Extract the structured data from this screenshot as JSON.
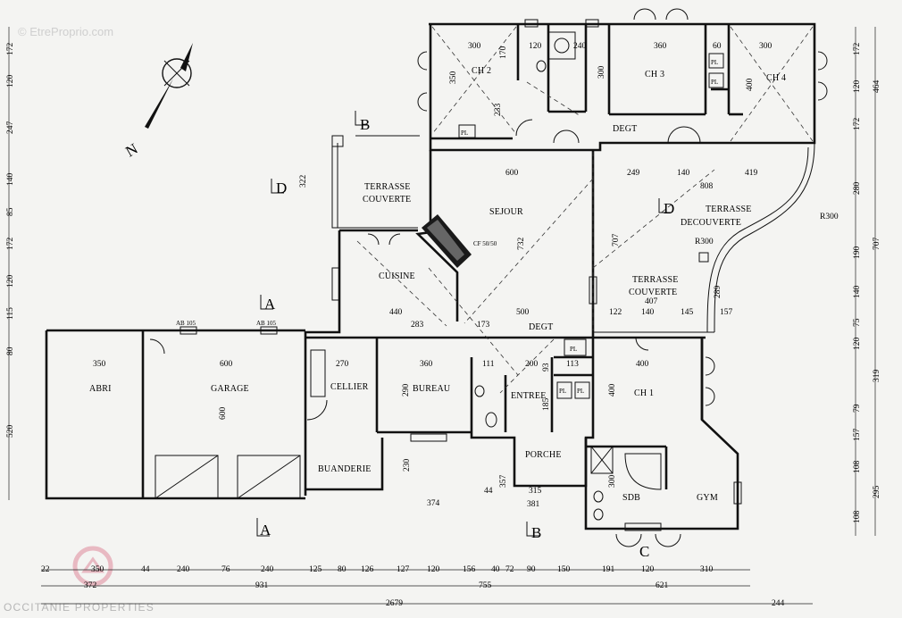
{
  "watermark": "© EtreProprio.com",
  "brand": "OCCITANIE PROPERTIES",
  "north_label": "N",
  "section_markers": {
    "A": "A",
    "B": "B",
    "C": "C",
    "D": "D"
  },
  "rooms": {
    "ch2": "CH 2",
    "ch3": "CH 3",
    "ch4": "CH 4",
    "degt": "DEGT",
    "terrasse_couverte": "TERRASSE",
    "terrasse_couverte_2": "COUVERTE",
    "sejour": "SEJOUR",
    "terrasse_decouverte": "TERRASSE",
    "terrasse_decouverte_2": "DECOUVERTE",
    "cuisine": "CUISINE",
    "abri": "ABRI",
    "garage": "GARAGE",
    "cellier": "CELLIER",
    "bureau": "BUREAU",
    "entree": "ENTREE",
    "ch1": "CH 1",
    "buanderie": "BUANDERIE",
    "porche": "PORCHE",
    "sdb": "SDB",
    "gym": "GYM",
    "pl": "PL"
  },
  "labels": {
    "r300": "R300",
    "cf": "CF 50/50",
    "ab": "AB 105"
  },
  "inner_dims": {
    "d300a": "300",
    "d120": "120",
    "d240": "240",
    "d360": "360",
    "d60a": "60",
    "d300b": "300",
    "d170": "170",
    "d350v": "350",
    "d300v": "300",
    "d400v": "400",
    "d600": "600",
    "d249": "249",
    "d140": "140",
    "d419": "419",
    "d808": "808",
    "d732": "732",
    "d707": "707",
    "d500": "500",
    "d407": "407",
    "d440": "440",
    "d283": "283",
    "d173": "173",
    "d350h": "350",
    "d600g": "600",
    "d270": "270",
    "d360b": "360",
    "d400h": "400",
    "d290": "290",
    "d230": "230",
    "d374": "374",
    "d315": "315",
    "d381": "381",
    "d357": "357",
    "d289": "289",
    "d157": "157",
    "d122": "122",
    "d145": "145",
    "d322": "322",
    "d233": "233",
    "d93": "93",
    "d111": "111",
    "d200": "200",
    "d113": "113",
    "d185": "185",
    "d300c": "300",
    "d44": "44"
  },
  "left_dims": [
    "172",
    "120",
    "247",
    "140",
    "85",
    "172",
    "120",
    "115",
    "80",
    "520"
  ],
  "right_dims": [
    "172",
    "120",
    "464",
    "172",
    "280",
    "707",
    "190",
    "140",
    "75",
    "120",
    "319",
    "79",
    "157",
    "108",
    "295",
    "108"
  ],
  "bottom_row1": [
    "22",
    "350",
    "44",
    "240",
    "76",
    "240",
    "125",
    "80",
    "126",
    "127",
    "120",
    "156",
    "40",
    "72",
    "90",
    "150",
    "191",
    "120",
    "310"
  ],
  "bottom_row2": [
    "372",
    "931",
    "755",
    "621"
  ],
  "bottom_total": "2679",
  "bottom_extra": "244"
}
